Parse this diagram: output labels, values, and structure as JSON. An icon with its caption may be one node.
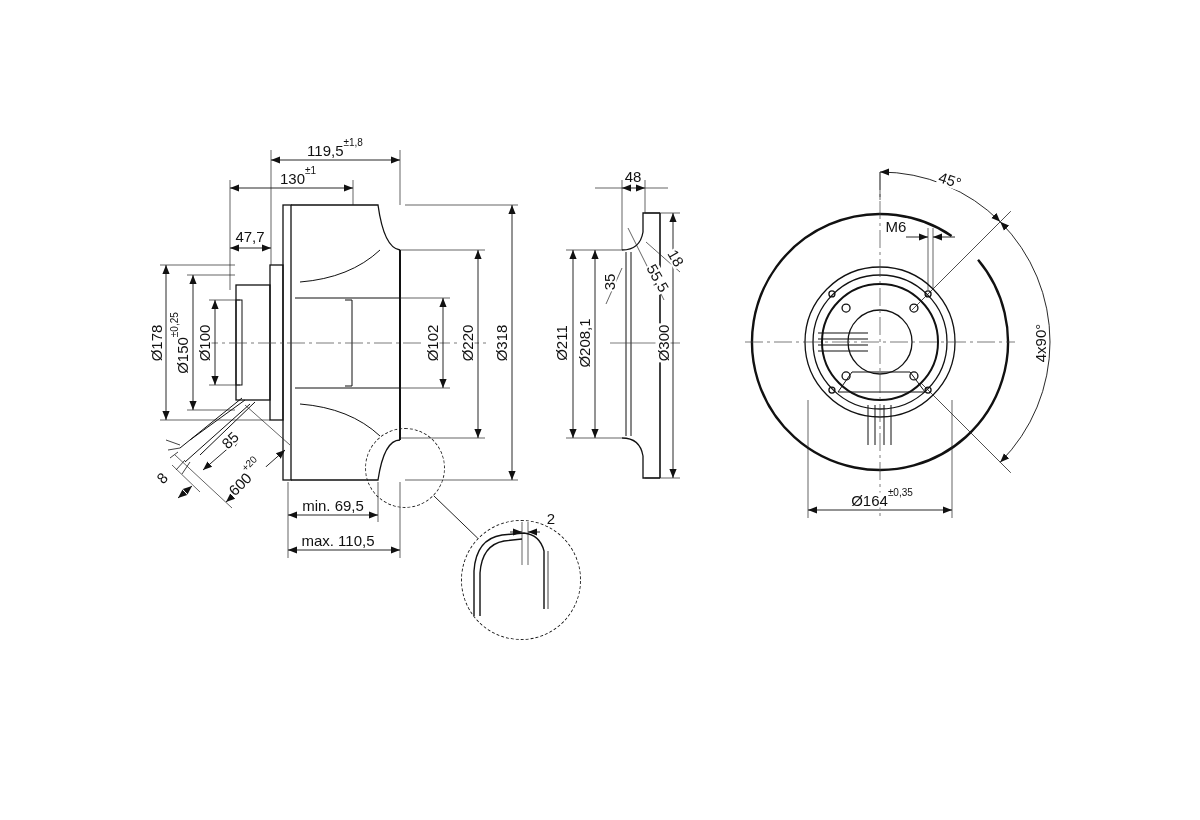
{
  "diagram": {
    "nodes": [
      {
        "text": [],
        "shape": "circle"
      },
      {
        "text": [],
        "shape": "circle"
      }
    ],
    "edges": [
      {
        "from": 0,
        "to": 1,
        "arrow": "none"
      }
    ],
    "labels": [
      "119,5$^{±1,8}$",
      "130$^{±1}$",
      "47,7",
      "Ø178",
      "Ø150$^{±0,25}$",
      "Ø100",
      "Ø102",
      "Ø220",
      "Ø318",
      "85",
      "8",
      "600$^{+20}$",
      "min. 69,5",
      "max. 110,5",
      "2",
      "48",
      "18",
      "35",
      "55,5",
      "Ø211",
      "Ø208,1",
      "Ø300",
      "45°",
      "M6",
      "4x90°",
      "Ø164$^{±0,35}$"
    ]
  }
}
